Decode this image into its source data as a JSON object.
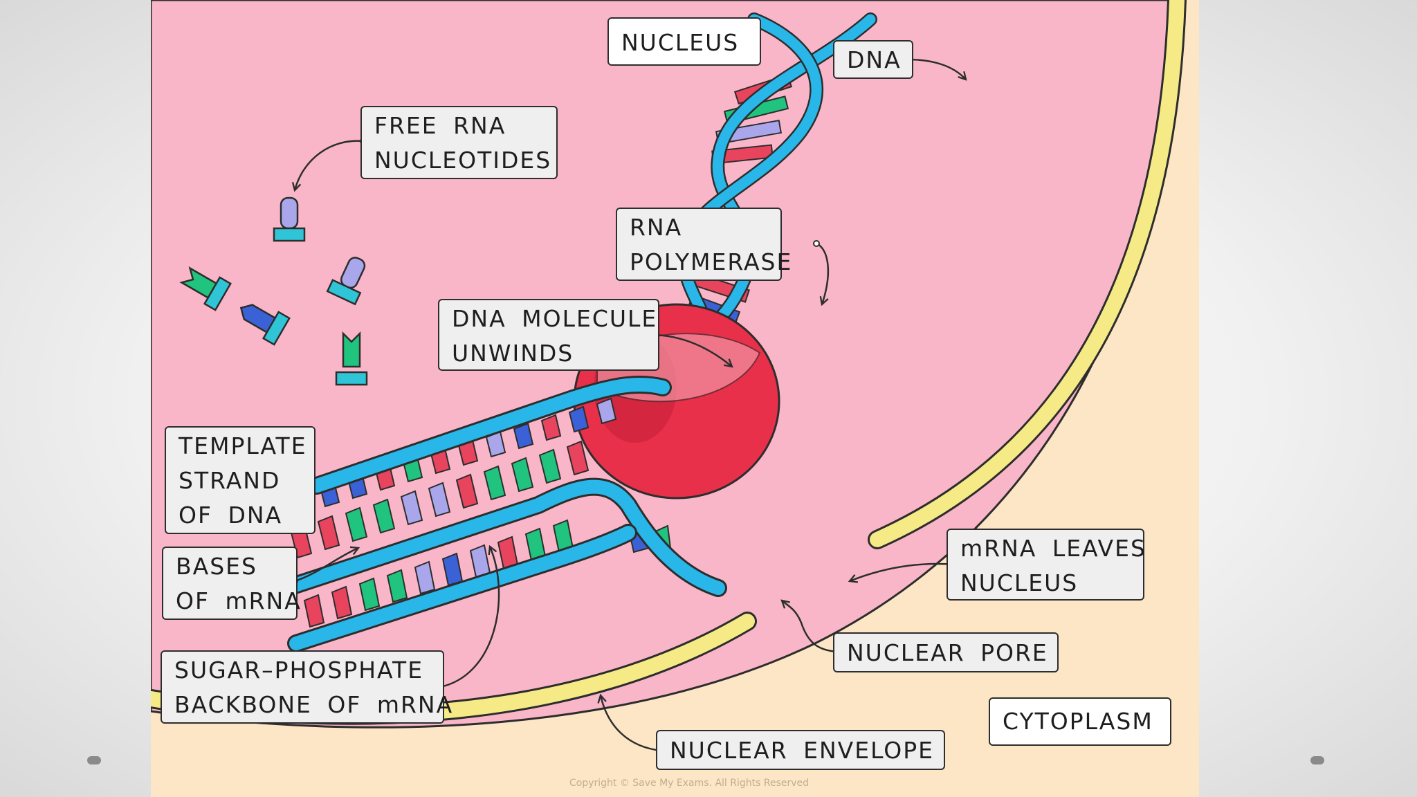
{
  "labels": {
    "nucleus": "NUCLEUS",
    "dna": "DNA",
    "free_rna": [
      "FREE RNA",
      "NUCLEOTIDES"
    ],
    "rna_polymerase": [
      "RNA",
      "POLYMERASE"
    ],
    "dna_unwinds": [
      "DNA MOLECULE",
      "UNWINDS"
    ],
    "template_strand": [
      "TEMPLATE",
      "STRAND",
      "OF DNA"
    ],
    "bases_mrna": [
      "BASES",
      "OF mRNA"
    ],
    "sugar_phosphate": [
      "SUGAR–PHOSPHATE",
      "BACKBONE OF mRNA"
    ],
    "mrna_leaves": [
      "mRNA LEAVES",
      "NUCLEUS"
    ],
    "nuclear_pore": "NUCLEAR PORE",
    "nuclear_envelope": "NUCLEAR ENVELOPE",
    "cytoplasm": "CYTOPLASM"
  },
  "copyright": "Copyright © Save My Exams. All Rights Reserved",
  "colors": {
    "nucleoplasm": "#f9b6c8",
    "cytoplasm": "#fde6c5",
    "envelope": "#f5ea86",
    "backbone": "#29b6e8",
    "rna_polymerase": "#e8304a",
    "base_red": "#e8445e",
    "base_green": "#20c47e",
    "base_blue": "#3a62d6",
    "base_lilac": "#a9a6ec"
  }
}
